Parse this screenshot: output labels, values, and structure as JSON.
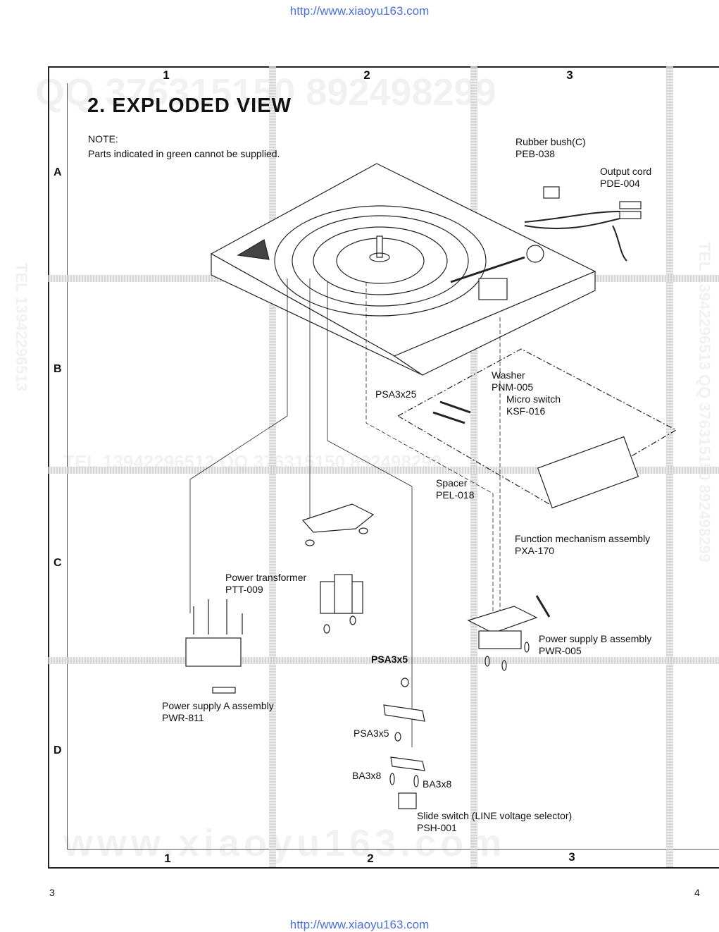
{
  "header": {
    "url": "http://www.xiaoyu163.com"
  },
  "footer": {
    "url": "http://www.xiaoyu163.com",
    "page_left": "3",
    "page_right": "4"
  },
  "grid": {
    "columns": [
      "1",
      "2",
      "3"
    ],
    "rows": [
      "A",
      "B",
      "C",
      "D"
    ]
  },
  "title": "2.  EXPLODED VIEW",
  "note": {
    "heading": "NOTE:",
    "text": "Parts indicated in green cannot be supplied."
  },
  "watermarks": {
    "top": "QQ 376315150   892498299",
    "right": "TEL 13942296513  QQ 376315150  892498299",
    "left": "TEL 13942296513",
    "middle": "TEL 13942296513   QQ 376315150  892498299",
    "bottom": "www.xiaoyu163.com"
  },
  "parts": {
    "rubber_bush": {
      "name": "Rubber bush(C)",
      "code": "PEB-038"
    },
    "output_cord": {
      "name": "Output cord",
      "code": "PDE-004"
    },
    "washer": {
      "name": "Washer",
      "code": "PNM-005"
    },
    "micro_switch": {
      "name": "Micro switch",
      "code": "KSF-016"
    },
    "psa3x25": "PSA3x25",
    "spacer": {
      "name": "Spacer",
      "code": "PEL-018"
    },
    "function_mech": {
      "name": "Function mechanism assembly",
      "code": "PXA-170"
    },
    "power_transformer": {
      "name": "Power transformer",
      "code": "PTT-009"
    },
    "power_b": {
      "name": "Power supply B assembly",
      "code": "PWR-005"
    },
    "power_a": {
      "name": "Power supply A assembly",
      "code": "PWR-811"
    },
    "psa3x5_upper": "PSA3x5",
    "psa3x5_lower": "PSA3x5",
    "ba3x8_left": "BA3x8",
    "ba3x8_right": "BA3x8",
    "slide_switch": {
      "name": "Slide switch (LINE voltage selector)",
      "code": "PSH-001"
    }
  }
}
